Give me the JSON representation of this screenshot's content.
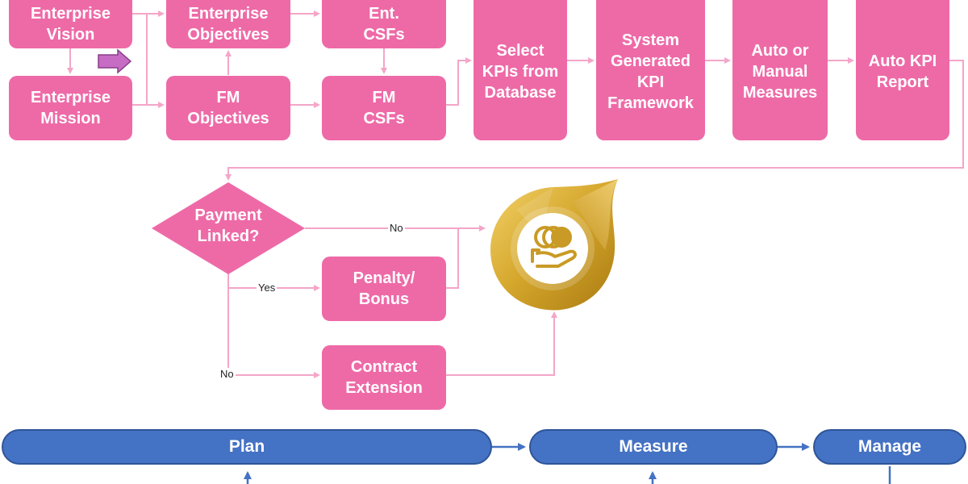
{
  "diagram": {
    "nodes": {
      "enterprise_vision": [
        "Enterprise",
        "Vision"
      ],
      "enterprise_mission": [
        "Enterprise",
        "Mission"
      ],
      "enterprise_objectives": [
        "Enterprise",
        "Objectives"
      ],
      "fm_objectives": [
        "FM",
        "Objectives"
      ],
      "ent_csfs": [
        "Ent.",
        "CSFs"
      ],
      "fm_csfs": [
        "FM",
        "CSFs"
      ],
      "select_kpis": [
        "Select",
        "KPIs from",
        "Database"
      ],
      "system_generated": [
        "System",
        "Generated",
        "KPI",
        "Framework"
      ],
      "auto_manual": [
        "Auto or",
        "Manual",
        "Measures"
      ],
      "auto_kpi_report": [
        "Auto KPI",
        "Report"
      ],
      "payment_linked": [
        "Payment",
        "Linked?"
      ],
      "penalty_bonus": [
        "Penalty/",
        "Bonus"
      ],
      "contract_extension": [
        "Contract",
        "Extension"
      ]
    },
    "edge_labels": {
      "no_top": "No",
      "yes": "Yes",
      "no_bottom": "No"
    },
    "phases": {
      "plan": "Plan",
      "measure": "Measure",
      "manage": "Manage"
    },
    "colors": {
      "node_fill": "#ee6aa7",
      "connector": "#f4a6c8",
      "phase_fill": "#4472c4",
      "phase_arrow": "#4472c4",
      "payment_icon_gold": "#d4a52a"
    },
    "icons": {
      "payment": "coins-in-hand-icon"
    }
  }
}
